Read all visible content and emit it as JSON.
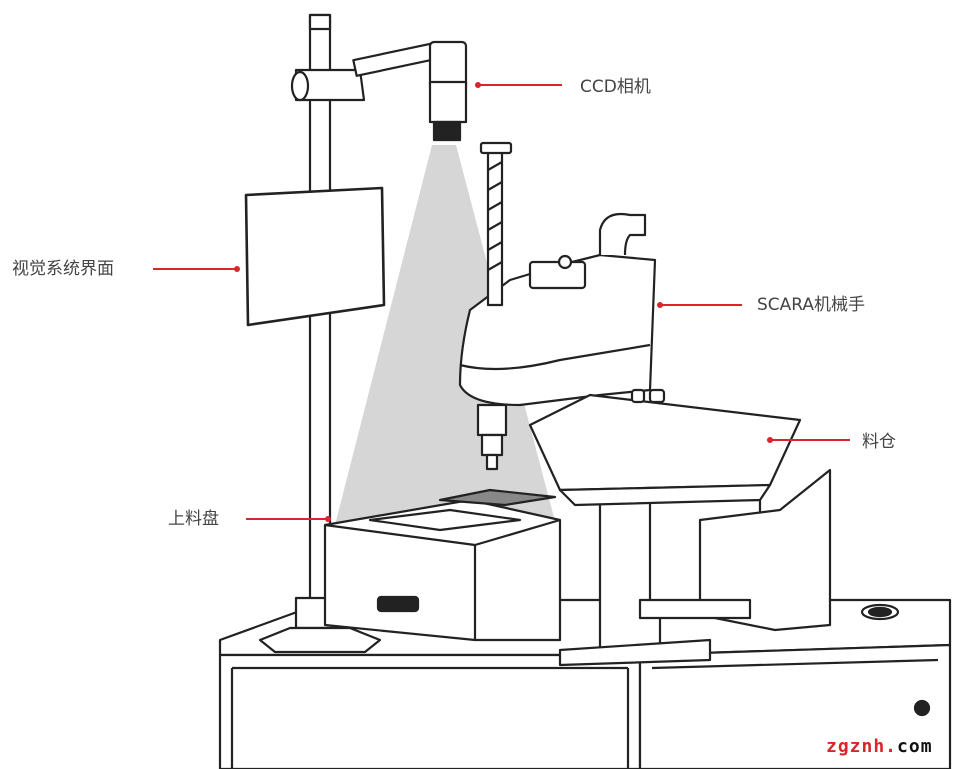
{
  "title": "SCARA robot vision loading station",
  "labels": {
    "ccd_camera": "CCD相机",
    "vision_interface": "视觉系统界面",
    "scara_robot": "SCARA机械手",
    "hopper": "料仓",
    "loading_tray": "上料盘"
  },
  "watermark": {
    "part1": "zgznh.",
    "part2": "com"
  },
  "colors": {
    "leader": "#d9252b",
    "line": "#222222",
    "beam": "#d6d6d6"
  }
}
